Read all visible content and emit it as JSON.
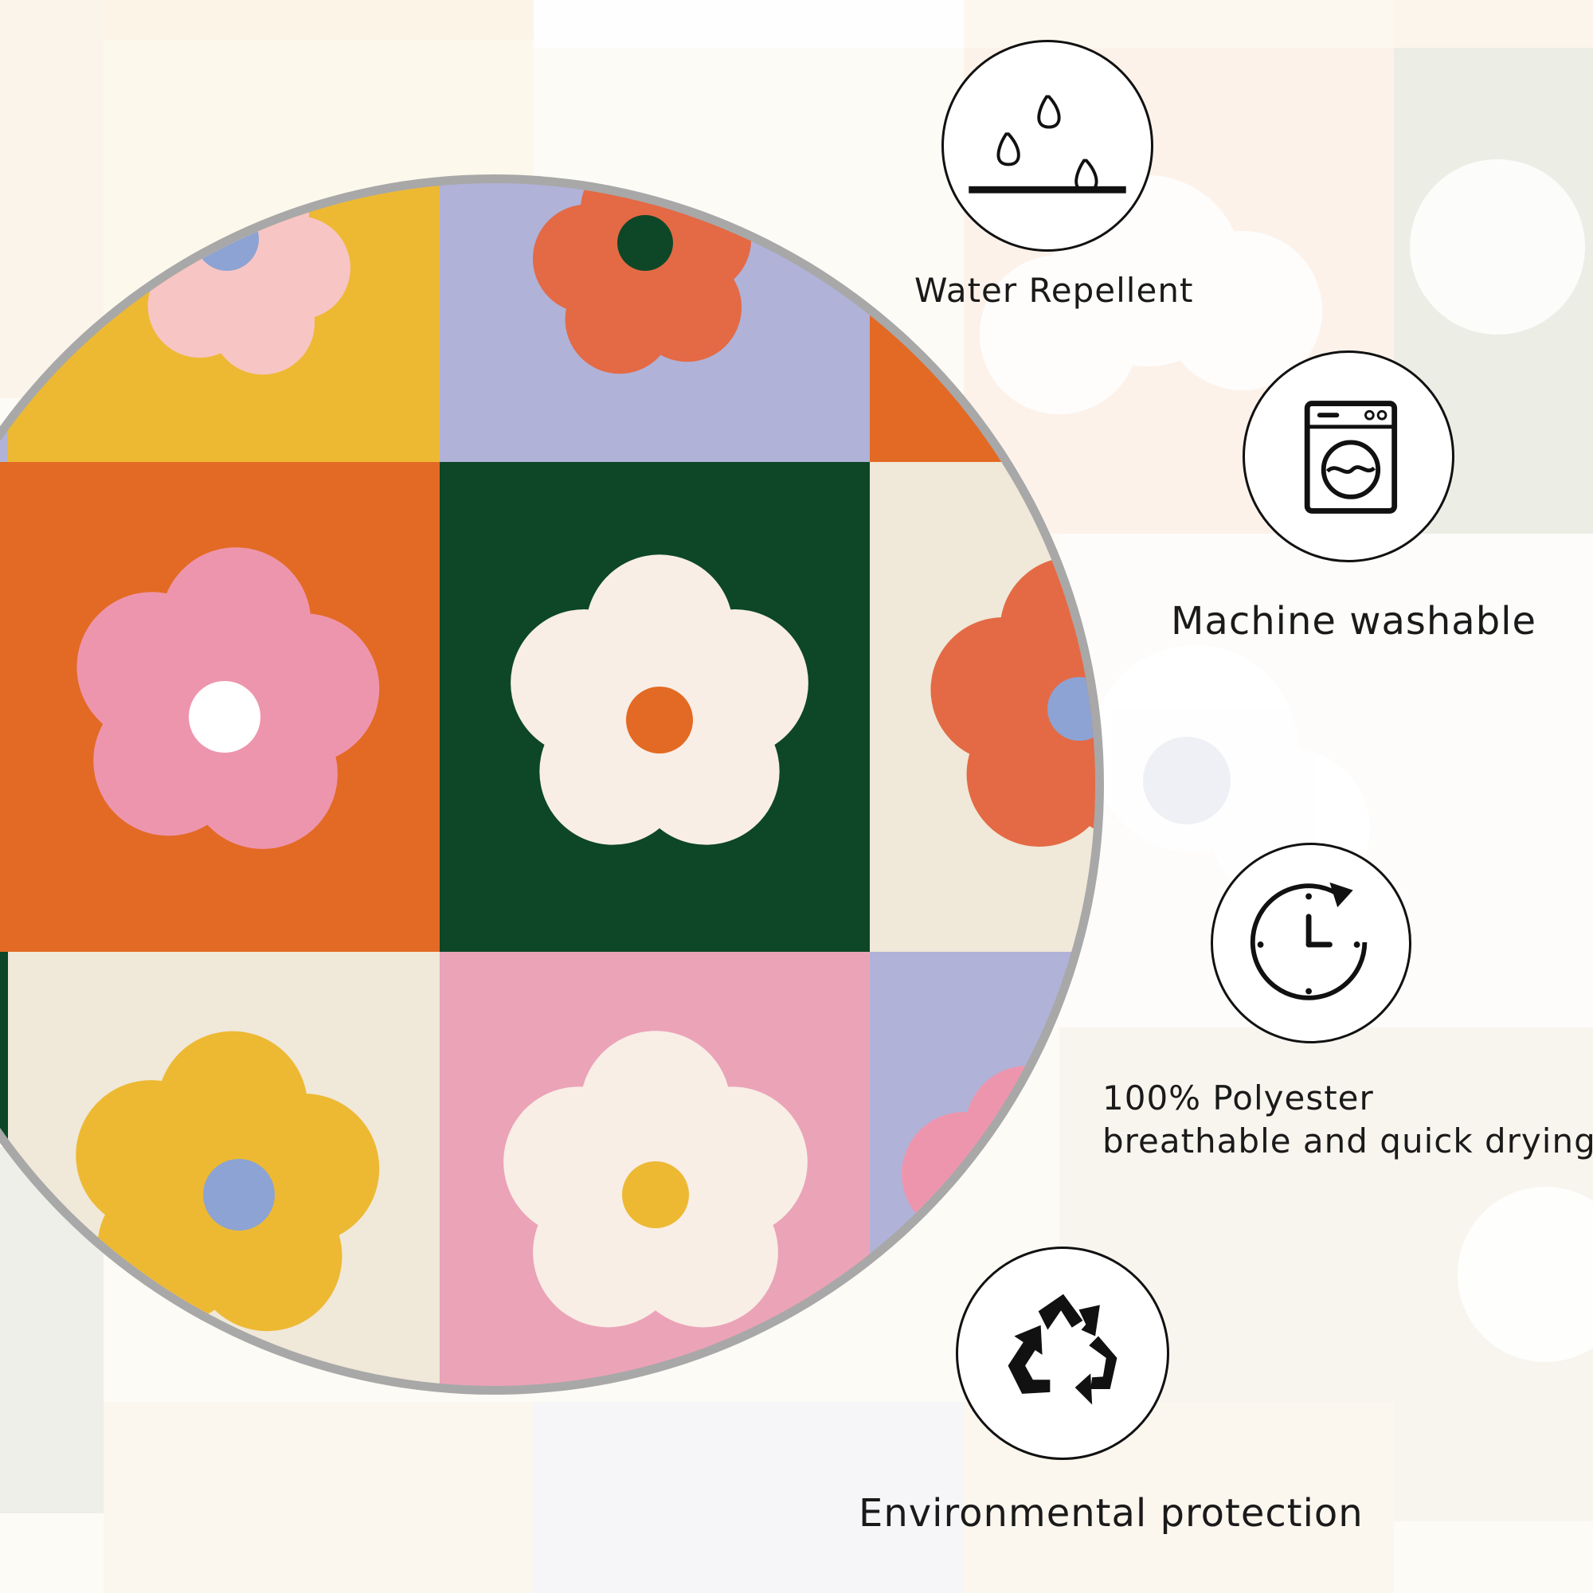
{
  "colors": {
    "yellow": "#EDB933",
    "lavender": "#B0B2D8",
    "orange": "#E36A24",
    "green": "#0D4727",
    "cream": "#F0E8D8",
    "pink": "#EBA3B8",
    "flower_pink": "#EE95AE",
    "flower_coral": "#E36A45",
    "flower_light_pink": "#F7C5C4",
    "flower_white": "#F8EEE6",
    "center_blue": "#8CA3D3",
    "ring_gray": "#A8A8A8"
  },
  "features": [
    {
      "icon": "water-drops-icon",
      "label": "Water Repellent"
    },
    {
      "icon": "washing-machine-icon",
      "label": "Machine washable"
    },
    {
      "icon": "clock-icon",
      "label_lines": [
        "100% Polyester",
        "breathable and quick drying"
      ]
    },
    {
      "icon": "recycle-icon",
      "label": "Environmental protection"
    }
  ]
}
